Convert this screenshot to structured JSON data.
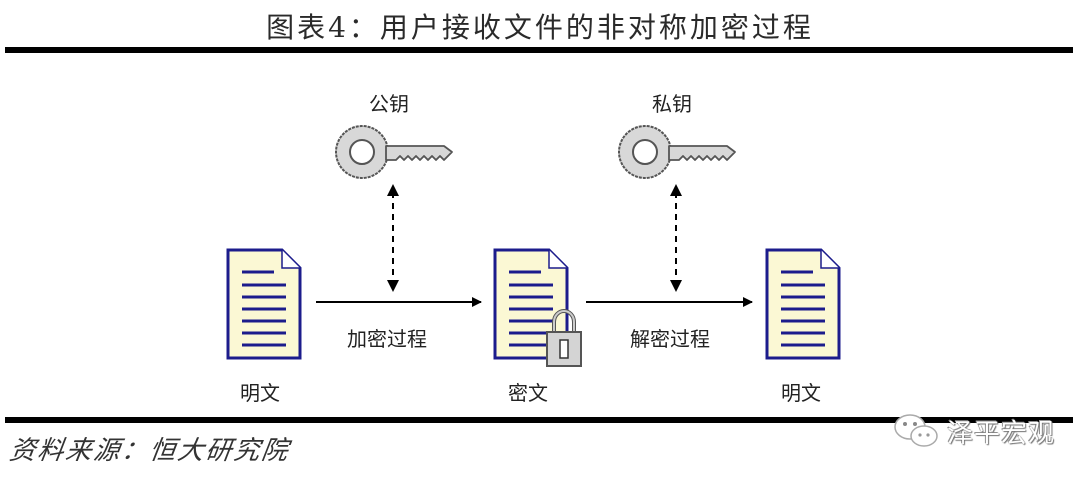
{
  "title": "图表4：用户接收文件的非对称加密过程",
  "diagram": {
    "keys": [
      {
        "label": "公钥",
        "icon": "key-icon"
      },
      {
        "label": "私钥",
        "icon": "key-icon"
      }
    ],
    "documents": [
      {
        "label": "明文",
        "icon": "document-icon",
        "locked": false
      },
      {
        "label": "密文",
        "icon": "document-icon",
        "locked": true
      },
      {
        "label": "明文",
        "icon": "document-icon",
        "locked": false
      }
    ],
    "processes": [
      {
        "label": "加密过程"
      },
      {
        "label": "解密过程"
      }
    ],
    "colors": {
      "doc_fill": "#fbf8d4",
      "doc_border": "#1c1c8c",
      "doc_lines": "#1c1c8c",
      "key_fill": "#d8d8d8",
      "lock_fill": "#d4d4d4"
    }
  },
  "source": "资料来源：恒大研究院",
  "watermark": {
    "text": "泽平宏观",
    "icon": "wechat-icon"
  }
}
